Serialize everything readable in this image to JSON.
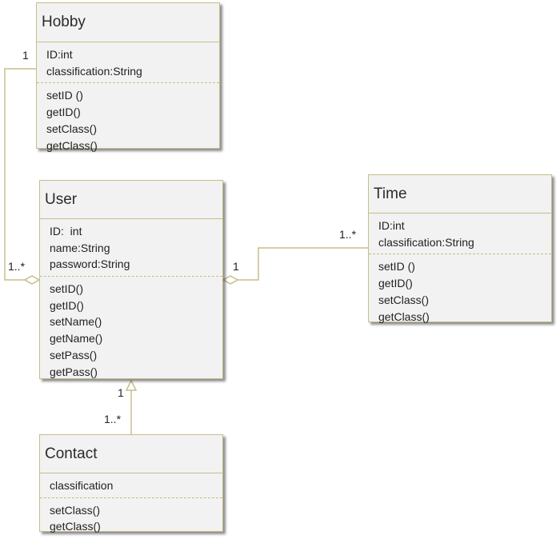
{
  "classes": {
    "hobby": {
      "name": "Hobby",
      "attributes": [
        "ID:int",
        "classification:String"
      ],
      "operations": [
        "setID ()",
        "getID()",
        "setClass()",
        "getClass()"
      ]
    },
    "user": {
      "name": "User",
      "attributes": [
        "ID:  int",
        "name:String",
        "password:String"
      ],
      "operations": [
        "setID()",
        "getID()",
        "setName()",
        "getName()",
        "setPass()",
        "getPass()"
      ]
    },
    "time": {
      "name": "Time",
      "attributes": [
        "ID:int",
        "classification:String"
      ],
      "operations": [
        "setID ()",
        "getID()",
        "setClass()",
        "getClass()"
      ]
    },
    "contact": {
      "name": "Contact",
      "attributes": [
        "classification"
      ],
      "operations": [
        "setClass()",
        "getClass()"
      ]
    }
  },
  "multiplicities": {
    "hobby_end": "1",
    "user_hobby_end": "1..*",
    "user_time_end": "1",
    "time_end": "1..*",
    "user_contact_end": "1",
    "contact_end": "1..*"
  },
  "colors": {
    "border": "#c8bd8a",
    "fill": "#f2f2f2",
    "line": "#c8bd8a"
  }
}
